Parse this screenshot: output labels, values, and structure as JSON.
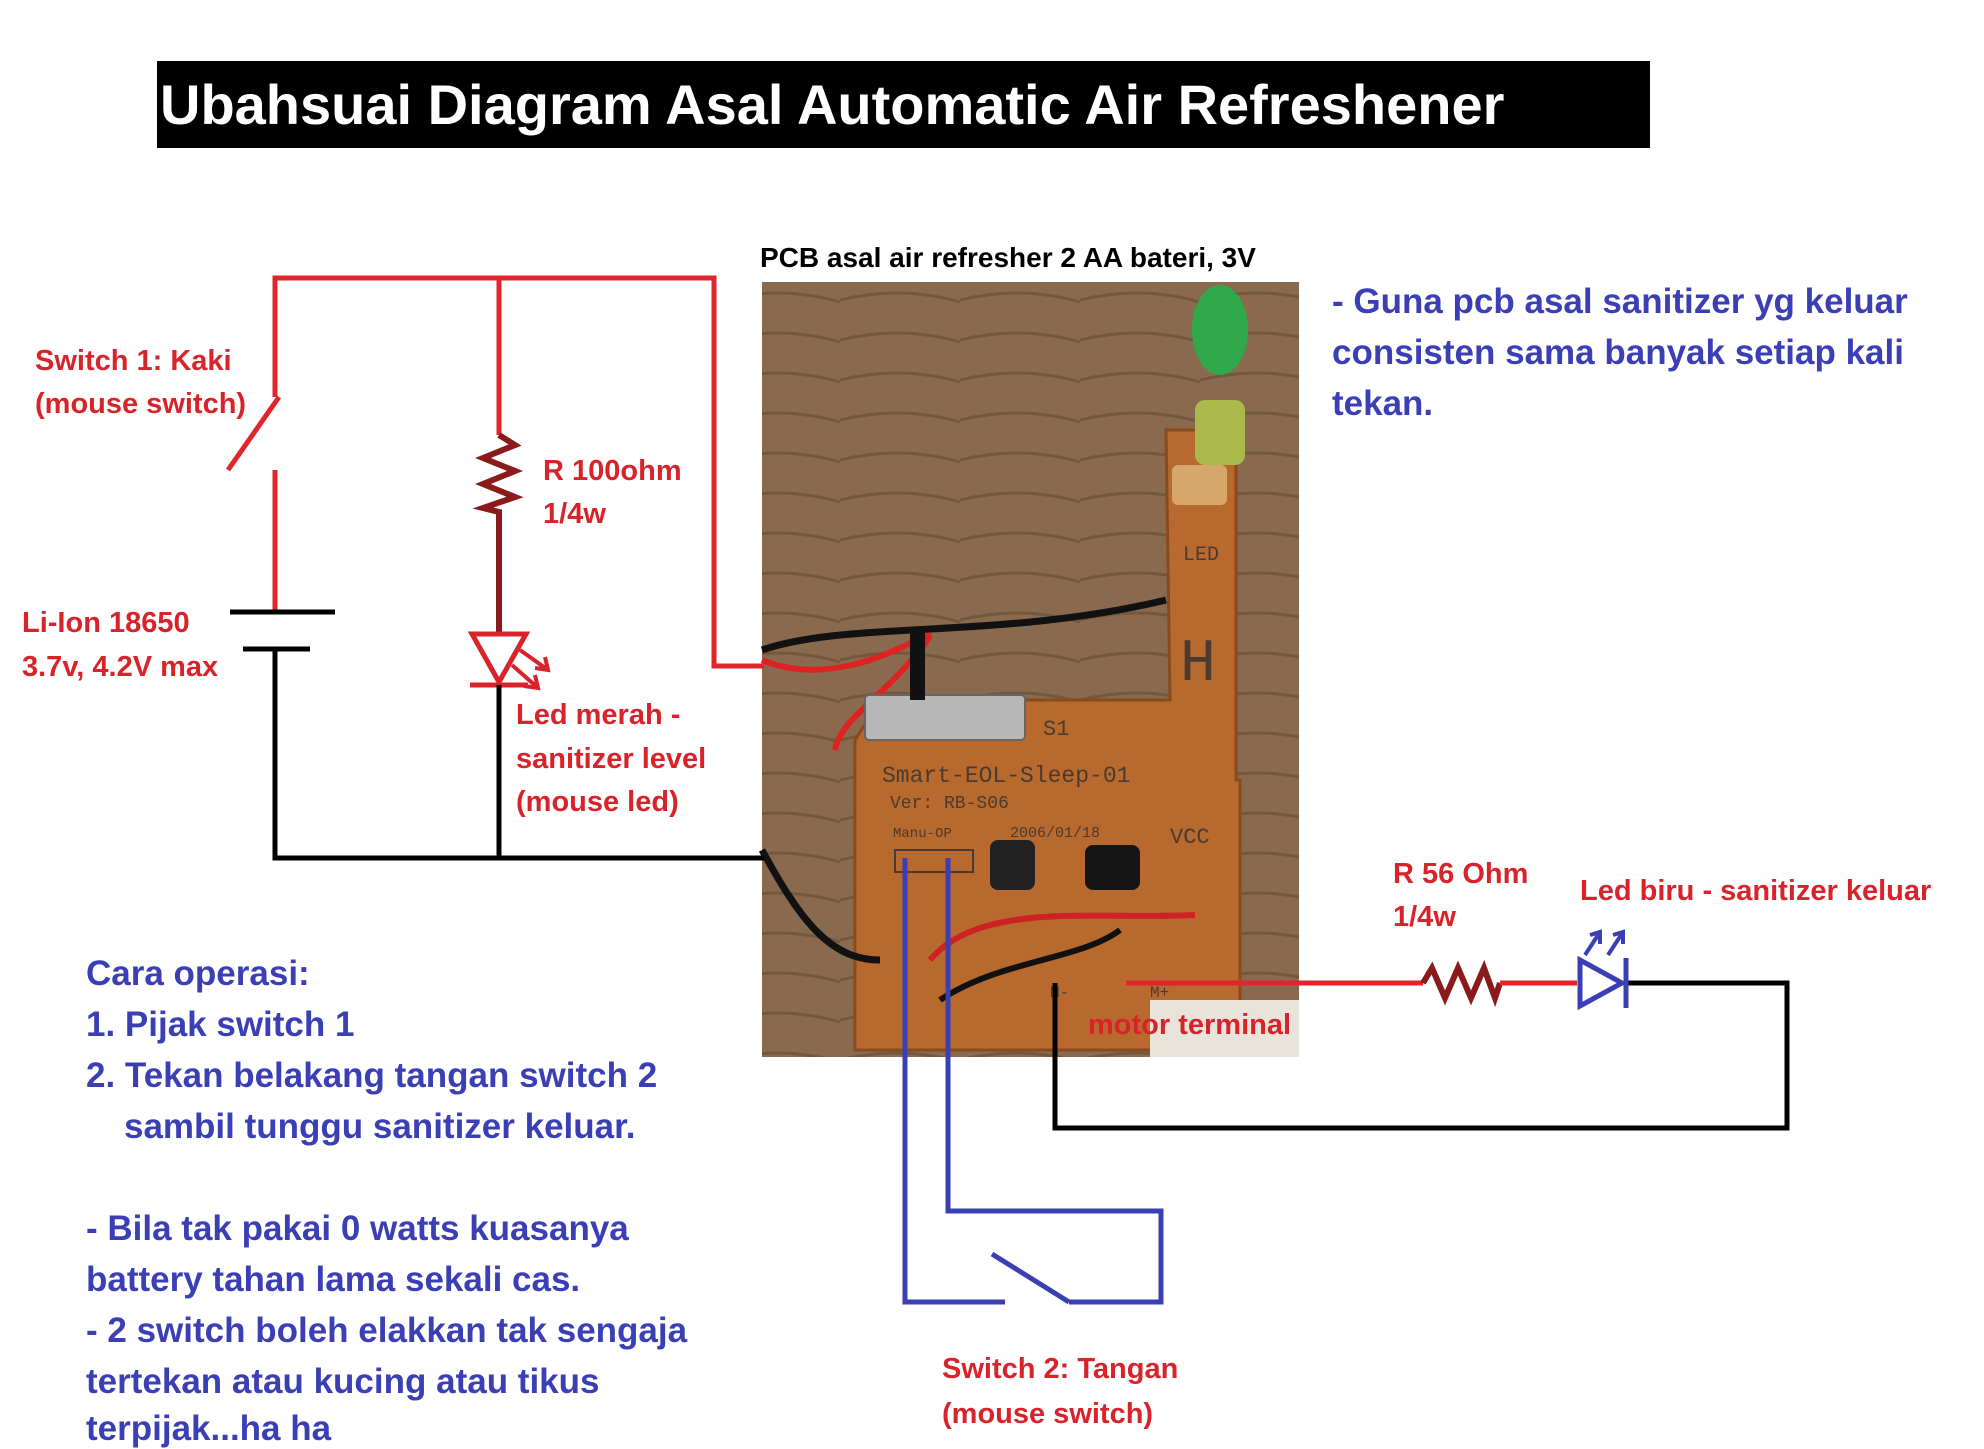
{
  "title": "Ubahsuai Diagram Asal Automatic Air Refreshener",
  "photo": {
    "caption": "PCB asal air refresher 2 AA bateri, 3V",
    "board_labels": {
      "led": "LED",
      "h": "H",
      "s1": "S1",
      "model": "Smart-EOL-Sleep-01",
      "ver": "Ver: RB-S06",
      "manu": "Manu-OP",
      "date": "2006/01/18",
      "vcc": "VCC",
      "m_minus": "M-",
      "m_plus": "M+"
    },
    "motor_label": "motor terminal"
  },
  "components": {
    "switch1": [
      "Switch 1: Kaki",
      "(mouse switch)"
    ],
    "battery": [
      "Li-Ion 18650",
      "3.7v, 4.2V max"
    ],
    "r1": [
      "R 100ohm",
      "1/4w"
    ],
    "led_red": [
      "Led merah -",
      "sanitizer level",
      "(mouse led)"
    ],
    "r2": [
      "R 56 Ohm",
      "1/4w"
    ],
    "led_blue": "Led biru - sanitizer keluar",
    "switch2": [
      "Switch 2: Tangan",
      "(mouse switch)"
    ]
  },
  "note_right": [
    "- Guna pcb asal sanitizer yg keluar",
    "consisten sama banyak setiap kali",
    "tekan."
  ],
  "operation": {
    "heading": "Cara operasi:",
    "steps": [
      "1. Pijak switch 1",
      "2. Tekan belakang tangan switch 2",
      "sambil tunggu sanitizer keluar."
    ],
    "notes": [
      "- Bila tak pakai 0 watts kuasanya",
      "battery tahan lama sekali cas.",
      "- 2 switch boleh elakkan tak sengaja",
      "tertekan atau kucing atau tikus",
      "terpijak...ha ha"
    ]
  },
  "colors": {
    "positive_wire": "#e0262c",
    "negative_wire": "#000000",
    "switch2_wire": "#3b3fb5",
    "red_text": "#d8232a",
    "blue_text": "#3b3fb5"
  }
}
